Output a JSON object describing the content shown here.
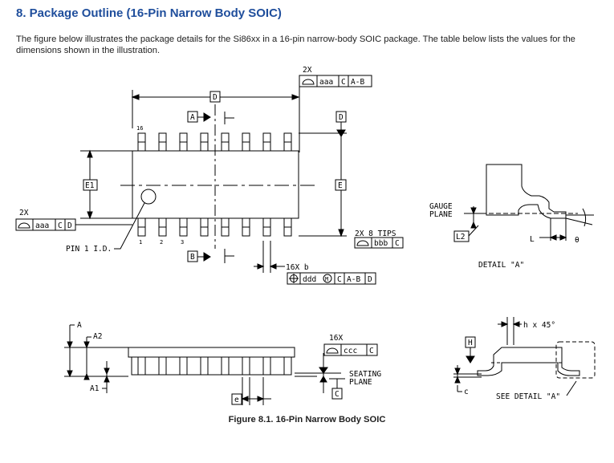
{
  "section": {
    "title": "8. Package Outline (16-Pin Narrow Body SOIC)",
    "intro": "The figure below illustrates the package details for the Si86xx in a 16-pin narrow-body SOIC package. The table below lists the values for the dimensions shown in the illustration."
  },
  "figure": {
    "caption": "Figure 8.1.  16-Pin Narrow Body SOIC",
    "top_view": {
      "tol_top_count": "2X",
      "tol_top_tol": "aaa",
      "tol_top_ref1": "C",
      "tol_top_ref2": "A-B",
      "dim_D": "D",
      "datum_A": "A",
      "datum_B": "B",
      "datum_D": "D",
      "dim_E1": "E1",
      "dim_E": "E",
      "pin16": "16",
      "pin1": "1",
      "pin2": "2",
      "pin3": "3",
      "tol_left_count": "2X",
      "tol_left_tol": "aaa",
      "tol_left_ref1": "C",
      "tol_left_ref2": "D",
      "pin1_label": "PIN 1 I.D.",
      "tips_label": "2X 8 TIPS",
      "tol_tips_tol": "bbb",
      "tol_tips_ref": "C",
      "lead_b": "16X b",
      "tol_b_tol": "ddd",
      "tol_b_mod": "M",
      "tol_b_ref1": "C",
      "tol_b_ref2": "A-B",
      "tol_b_ref3": "D"
    },
    "detail_a": {
      "gauge_plane": "GAUGE",
      "gauge_plane2": "PLANE",
      "dim_L2": "L2",
      "dim_L": "L",
      "angle": "θ",
      "title": "DETAIL \"A\""
    },
    "side_view": {
      "dim_A": "A",
      "dim_A2": "A2",
      "dim_A1": "A1",
      "count_16x": "16X",
      "tol_ccc": "ccc",
      "tol_ccc_ref": "C",
      "seating": "SEATING",
      "seating2": "PLANE",
      "datum_C": "C",
      "dim_e": "e"
    },
    "end_view": {
      "chamfer": "h x 45°",
      "datum_H": "H",
      "dim_c": "c",
      "see_detail": "SEE DETAIL \"A\""
    }
  }
}
